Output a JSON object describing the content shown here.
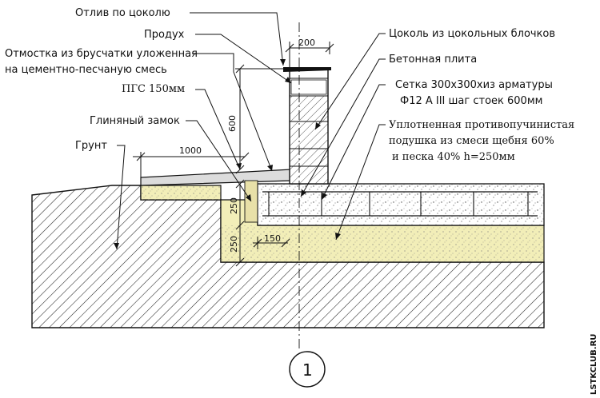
{
  "labels": {
    "otliv": "Отлив по цоколю",
    "produh": "Продух",
    "otmostka_line1": "Отмостка из брусчатки уложенная",
    "otmostka_line2": "на цементно-песчаную смесь",
    "pgs": "ПГС 150мм",
    "glin": "Глиняный замок",
    "grunt": "Грунт",
    "cokol": "Цоколь из цокольных блочков",
    "plita": "Бетонная плита",
    "setka_line1": "Сетка 300х300хиз арматуры",
    "setka_line2": "Ф12 А III шаг стоек 600мм",
    "podushka_line1": "Уплотненная противопучинистая",
    "podushka_line2": "подушка из смеси щебня 60%",
    "podushka_line3": "и песка 40%  h=250мм"
  },
  "dimensions": {
    "d200": "200",
    "d600": "600",
    "d1000": "1000",
    "d250a": "250",
    "d250b": "250",
    "d150": "150"
  },
  "marker": "1",
  "watermark": "LSTKCLUB.RU",
  "colors": {
    "cushion": "#f2eeb8",
    "ink": "#111111",
    "slab": "#ffffff"
  }
}
